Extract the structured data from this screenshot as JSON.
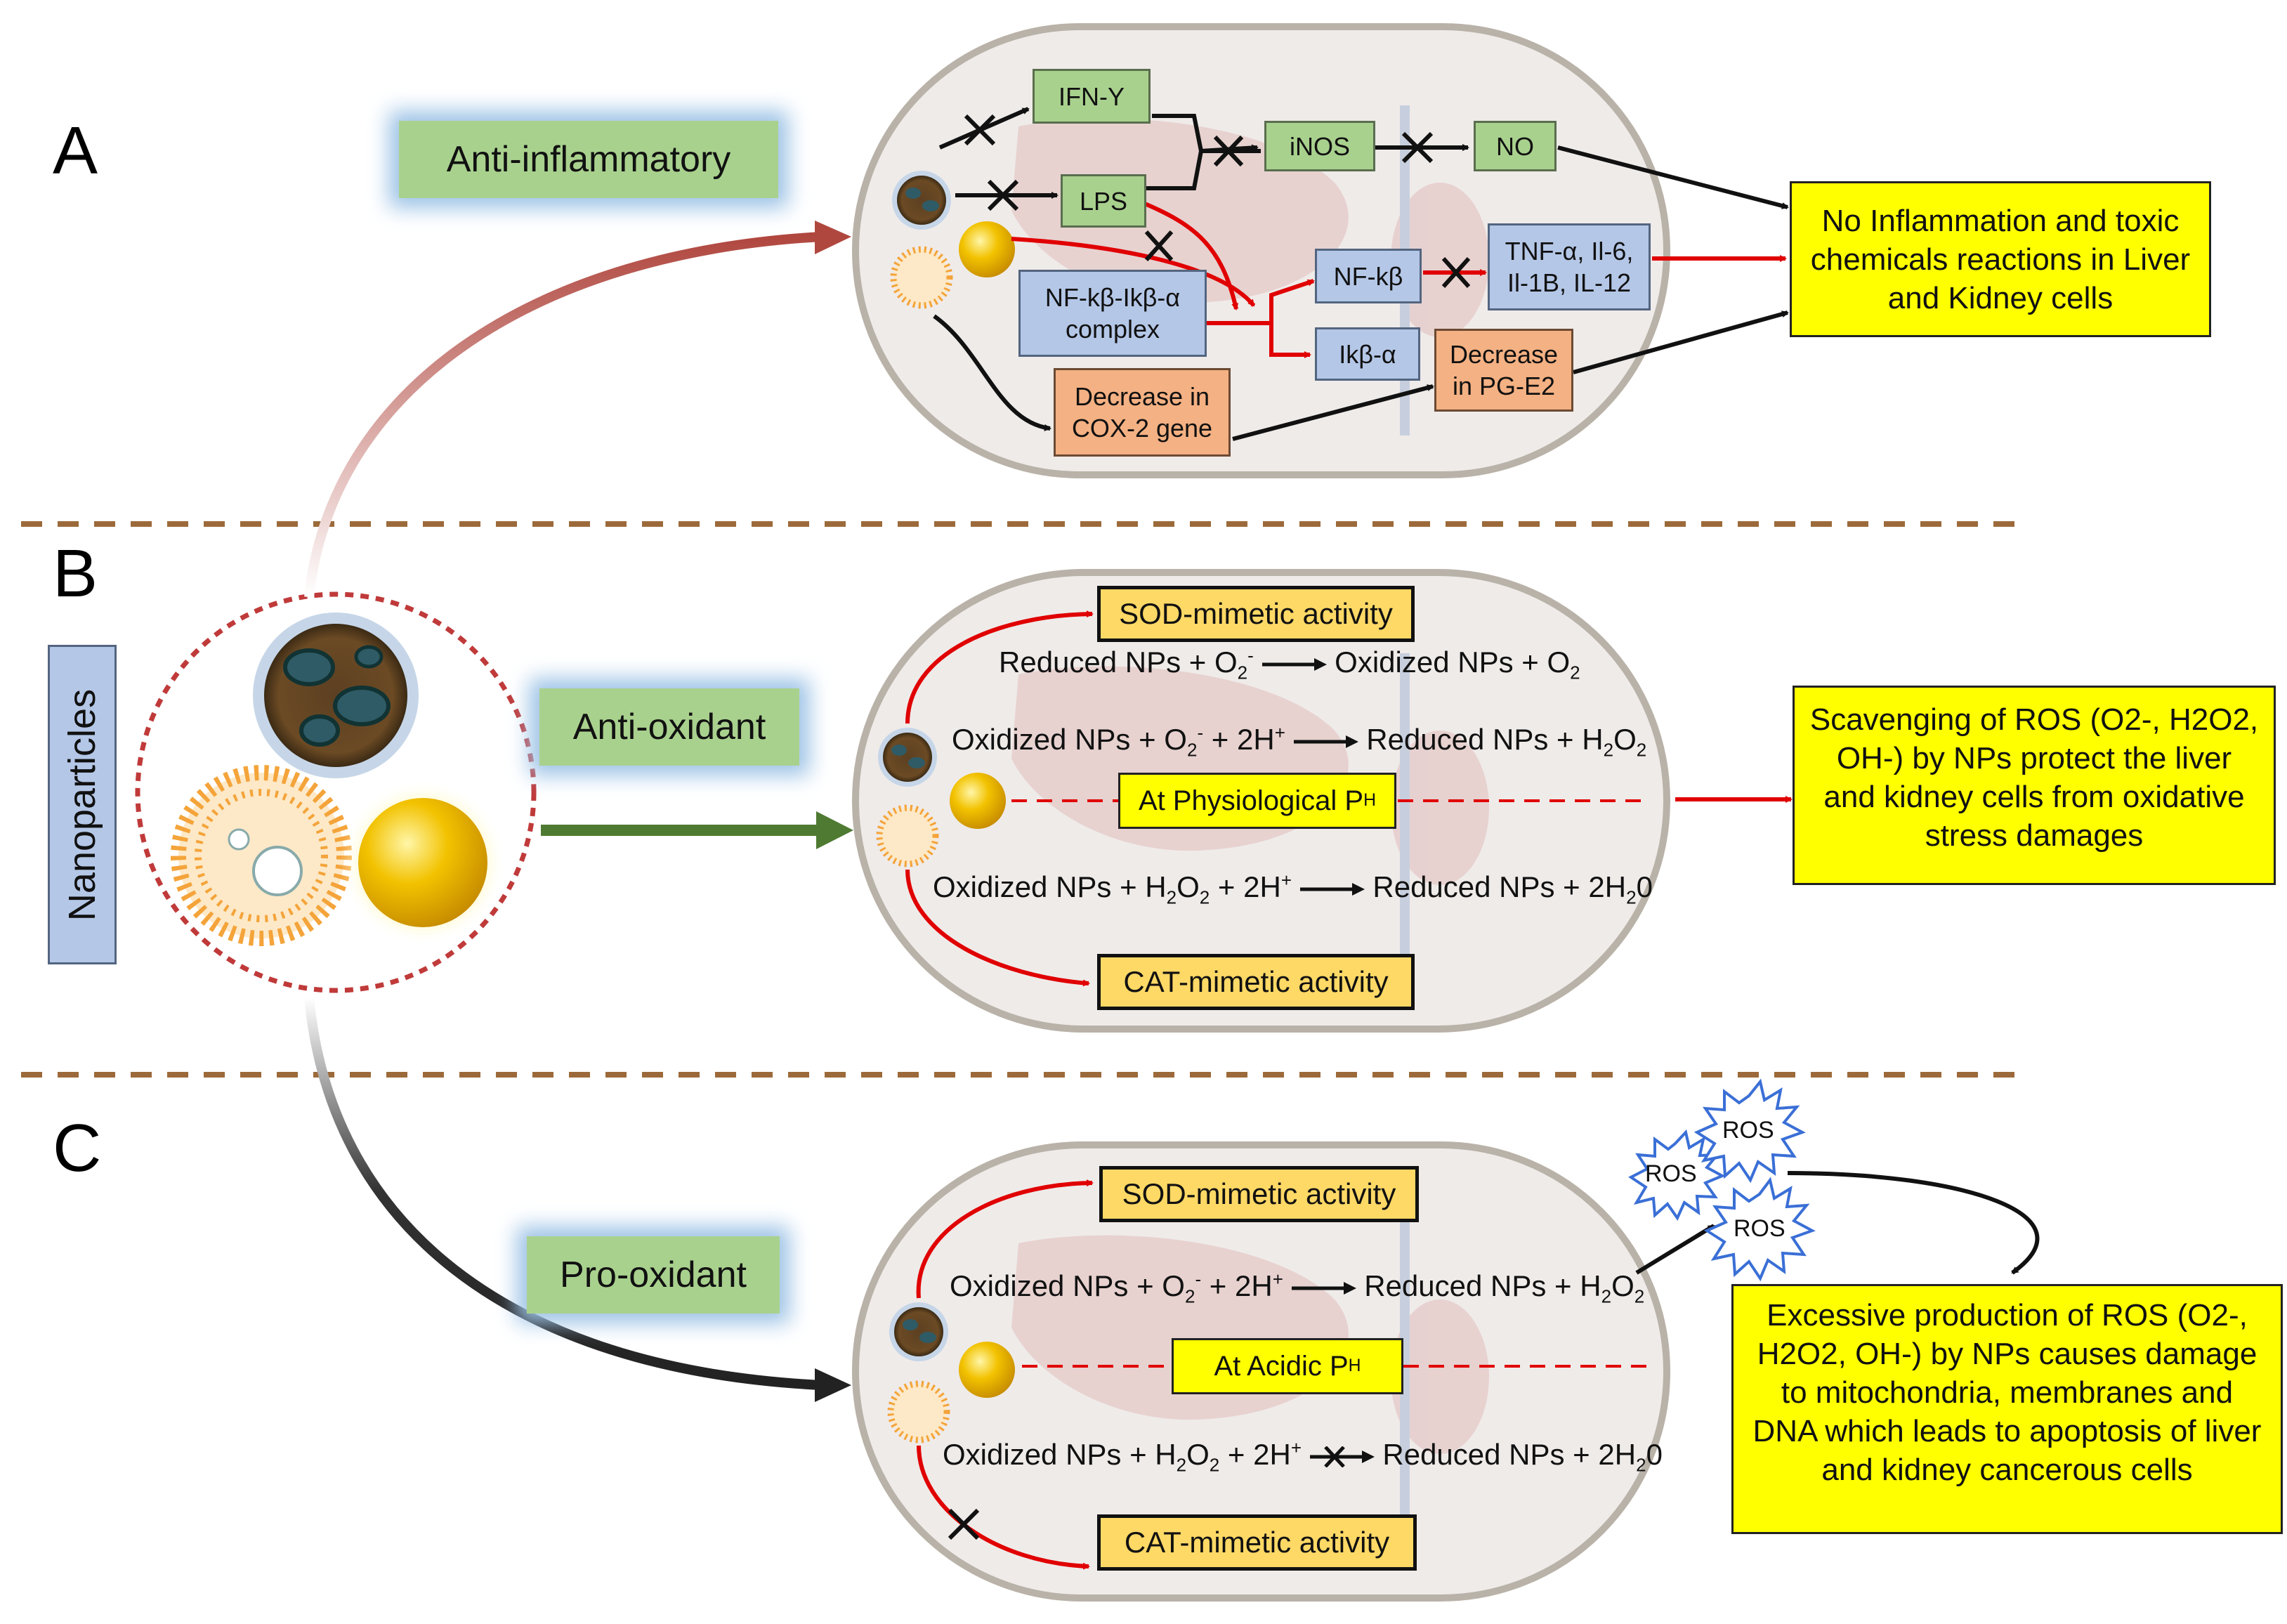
{
  "panel_letters": {
    "a": "A",
    "b": "B",
    "c": "C"
  },
  "side_label": "Nanoparticles",
  "categories": {
    "anti_inflammatory": "Anti-inflammatory",
    "anti_oxidant": "Anti-oxidant",
    "pro_oxidant": "Pro-oxidant"
  },
  "panel_a": {
    "ifn": "IFN-Υ",
    "lps": "LPS",
    "inos": "iNOS",
    "no": "NO",
    "nfkb_complex": "NF-kβ-Ikβ-α complex",
    "nfkb": "NF-kβ",
    "ikb": "Ikβ-α",
    "cytokines": "TNF-α, Il-6, Il-1B, IL-12",
    "cox2": "Decrease in COX-2 gene",
    "pge2": "Decrease in PG-E2",
    "outcome": "No Inflammation and toxic chemicals reactions in Liver and Kidney cells"
  },
  "panel_b": {
    "sod": "SOD-mimetic activity",
    "cat": "CAT-mimetic activity",
    "ph": "At Physiological P",
    "ph_sup": "H",
    "eq1": {
      "left": "Reduced NPs + O",
      "left_sub": "2",
      "left_sup": "-",
      "right": "Oxidized NPs + O",
      "right_sub": "2"
    },
    "eq2": {
      "left": "Oxidized NPs + O",
      "left_sub": "2",
      "left_sup": "-",
      "left_tail": " + 2H",
      "left_tail_sup": "+",
      "right": "Reduced NPs + H",
      "right_sub": "2",
      "right_tail": "O",
      "right_tail_sub": "2"
    },
    "eq3": {
      "left": "Oxidized NPs + H",
      "left_sub": "2",
      "left_mid": "O",
      "left_mid_sub": "2",
      "left_tail": " + 2H",
      "left_tail_sup": "+",
      "right": "Reduced NPs + 2H",
      "right_sub": "2",
      "right_tail": "0"
    },
    "outcome": "Scavenging of ROS (O2-, H2O2, OH-) by NPs protect the liver and kidney cells from oxidative stress damages"
  },
  "panel_c": {
    "sod": "SOD-mimetic activity",
    "cat": "CAT-mimetic activity",
    "ph": "At Acidic P",
    "ph_sup": "H",
    "eq1": {
      "left": "Oxidized NPs + O",
      "left_sub": "2",
      "left_sup": "-",
      "left_tail": " + 2H",
      "left_tail_sup": "+",
      "right": "Reduced NPs + H",
      "right_sub": "2",
      "right_tail": "O",
      "right_tail_sub": "2"
    },
    "eq2": {
      "left": "Oxidized NPs + H",
      "left_sub": "2",
      "left_mid": "O",
      "left_mid_sub": "2",
      "left_tail": " + 2H",
      "left_tail_sup": "+",
      "right": "Reduced NPs + 2H",
      "right_sub": "2",
      "right_tail": "0"
    },
    "ros": [
      "ROS",
      "ROS",
      "ROS"
    ],
    "outcome": "Excessive production of ROS (O2-, H2O2, OH-) by NPs causes damage to mitochondria, membranes and DNA which leads to apoptosis of liver and kidney cancerous cells"
  },
  "colors": {
    "green_box": "#a9d18e",
    "blue_box": "#b4c7e7",
    "orange_box": "#f4b183",
    "yellow_box": "#ffff00",
    "gold_box": "#ffd966",
    "red_arrow": "#e00000",
    "divider": "#9c6a3a"
  }
}
